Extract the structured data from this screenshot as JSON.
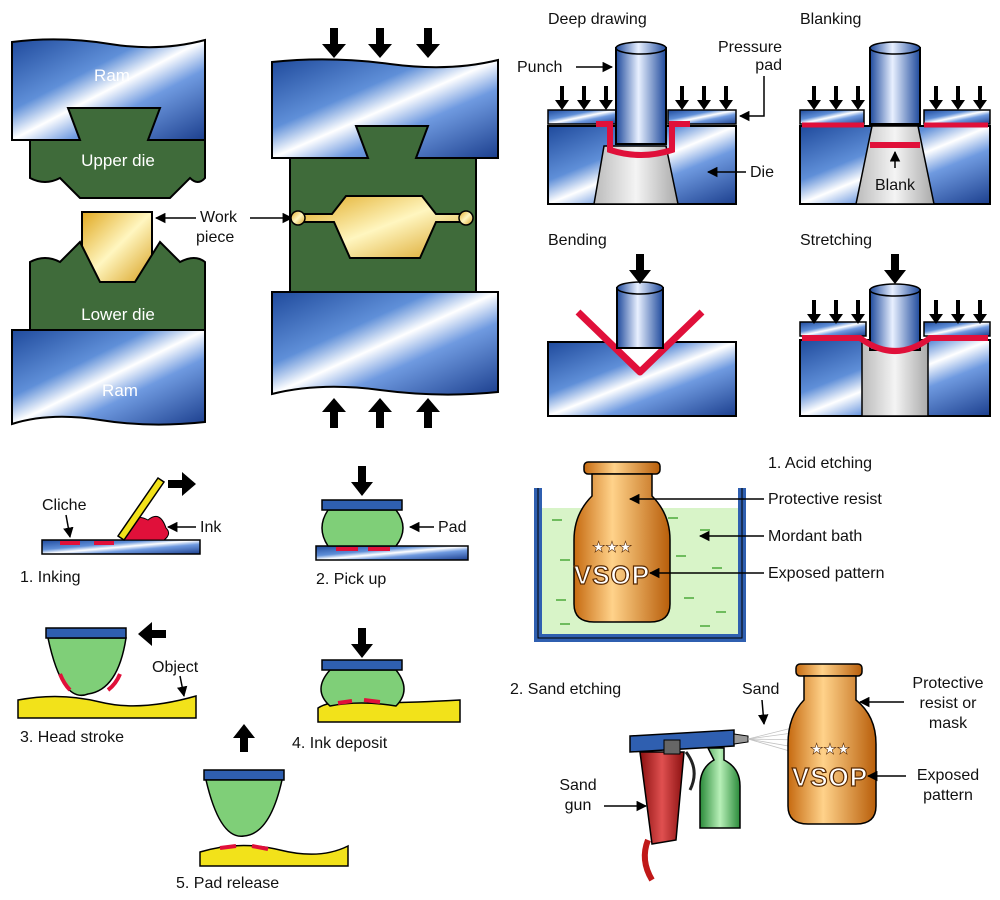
{
  "forging": {
    "ram_top": "Ram",
    "upper_die": "Upper die",
    "work_line1": "Work",
    "work_line2": "piece",
    "lower_die": "Lower die",
    "ram_bottom": "Ram"
  },
  "sheet_metal": {
    "deep_drawing": "Deep drawing",
    "blanking": "Blanking",
    "bending": "Bending",
    "stretching": "Stretching",
    "punch": "Punch",
    "pressure_line1": "Pressure",
    "pressure_line2": "pad",
    "die": "Die",
    "blank": "Blank"
  },
  "pad_printing": {
    "cliche": "Cliche",
    "ink": "Ink",
    "step1": "1. Inking",
    "pad": "Pad",
    "step2": "2. Pick up",
    "object": "Object",
    "step3": "3. Head stroke",
    "step4": "4. Ink deposit",
    "step5": "5. Pad release"
  },
  "etching": {
    "acid_title": "1. Acid etching",
    "protective_resist": "Protective resist",
    "mordant_bath": "Mordant bath",
    "exposed_pattern": "Exposed pattern",
    "bottle_stars": "★★★",
    "bottle_text": "VSOP",
    "sand_title": "2. Sand etching",
    "sand": "Sand",
    "resist_line1": "Protective",
    "resist_line2": "resist or",
    "resist_line3": "mask",
    "exposed_line1": "Exposed",
    "exposed_line2": "pattern",
    "gun_line1": "Sand",
    "gun_line2": "gun"
  },
  "colors": {
    "steel_blue": "#2f5fb0",
    "die_green": "#3f6b3a",
    "workpiece_gold": "#f0c845",
    "sheet_red": "#e0103a",
    "pad_green": "#7fcf78",
    "object_yellow": "#f2e21a",
    "bottle_orange": "#e08a1e"
  }
}
